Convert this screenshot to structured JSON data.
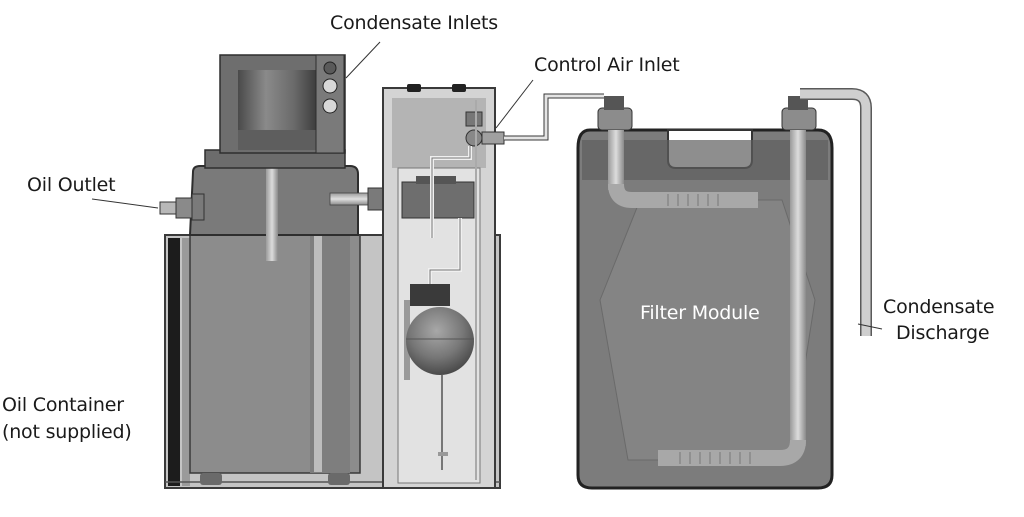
{
  "diagram": {
    "type": "technical-equipment-illustration",
    "labels": {
      "condensate_inlets": "Condensate Inlets",
      "control_air_inlet": "Control Air Inlet",
      "oil_outlet": "Oil Outlet",
      "oil_container": "Oil Container",
      "oil_container_note": "(not supplied)",
      "filter_module": "Filter Module",
      "condensate_discharge_1": "Condensate",
      "condensate_discharge_2": "Discharge"
    },
    "components": [
      {
        "id": "separator-unit",
        "name": "Separator Unit"
      },
      {
        "id": "oil-container",
        "name": "Oil Container"
      },
      {
        "id": "control-housing",
        "name": "Control Housing with Float"
      },
      {
        "id": "filter-module",
        "name": "Filter Module"
      },
      {
        "id": "discharge-pipe",
        "name": "Condensate Discharge Pipe"
      }
    ],
    "colors": {
      "background": "#ffffff",
      "dark_gray": "#5a5a5a",
      "mid_gray": "#858585",
      "light_gray": "#c8c8c8",
      "outline": "#2a2a2a",
      "text": "#1a1a1a"
    }
  }
}
